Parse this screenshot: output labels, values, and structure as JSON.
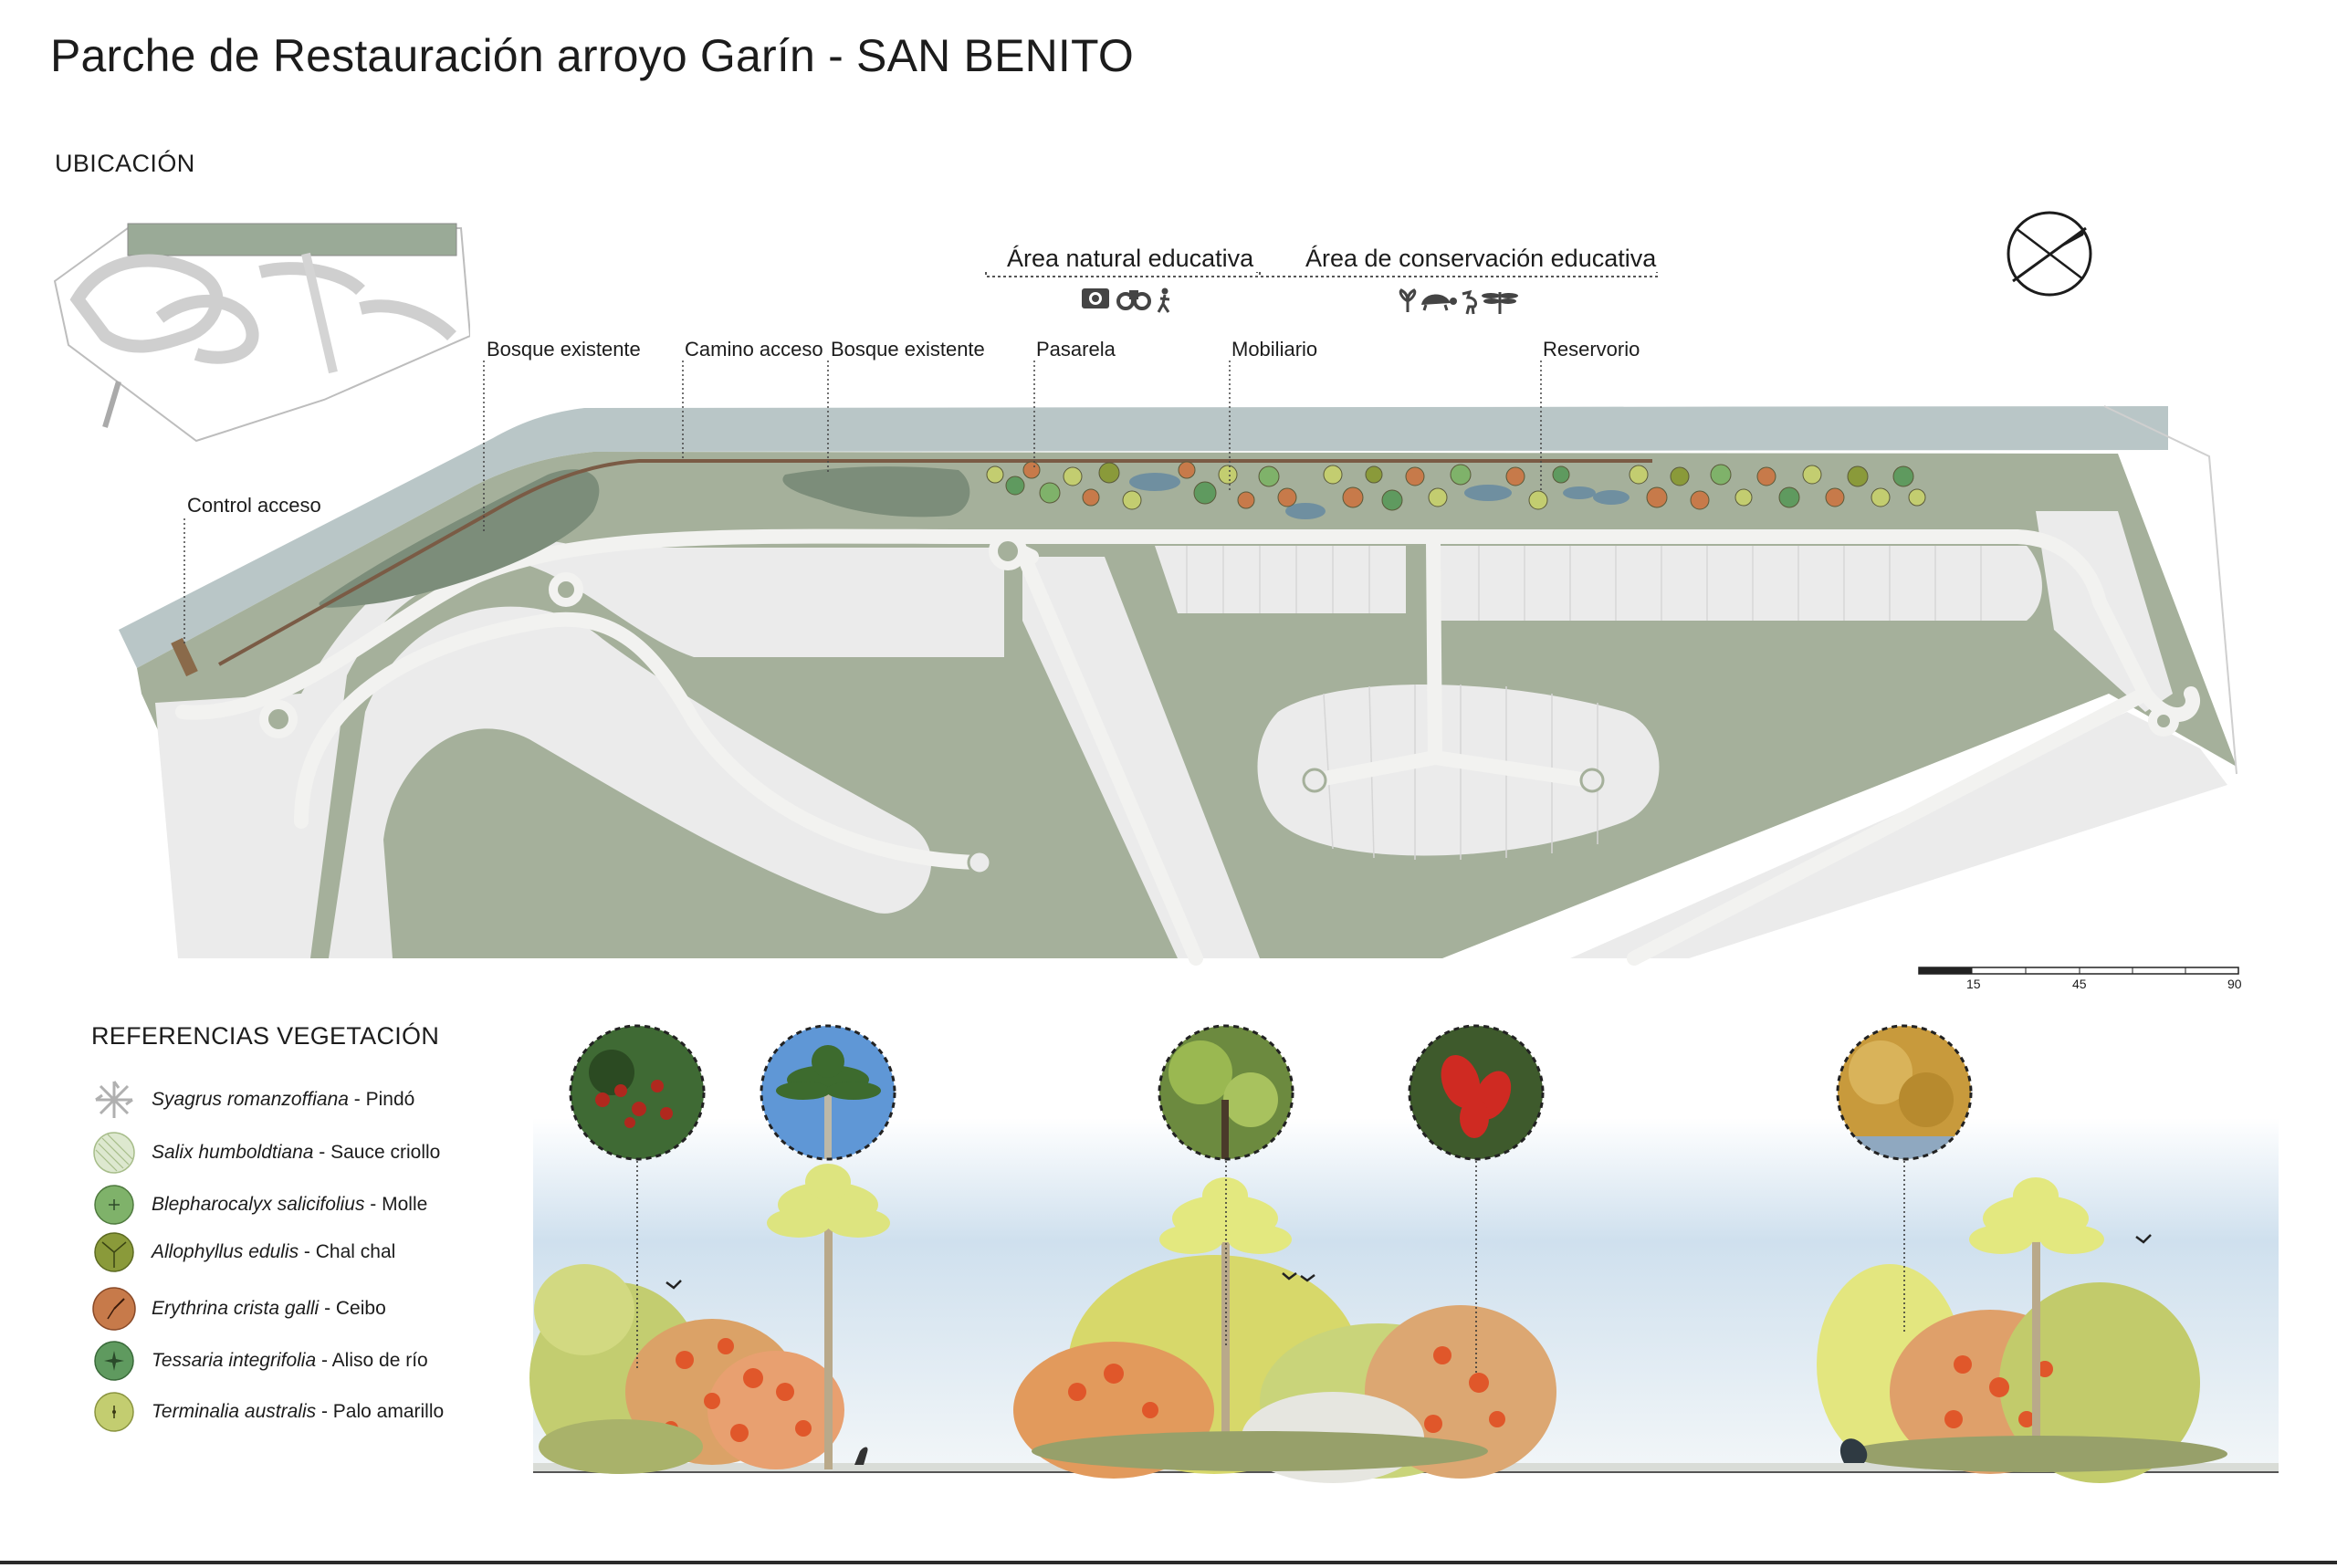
{
  "title": "Parche de Restauración arroyo Garín - SAN BENITO",
  "location_heading": "UBICACIÓN",
  "zones": {
    "natural": "Área natural educativa",
    "conservation": "Área de conservación educativa"
  },
  "plan_labels": {
    "bosque1": "Bosque existente",
    "camino": "Camino acceso",
    "bosque2": "Bosque existente",
    "pasarela": "Pasarela",
    "mobiliario": "Mobiliario",
    "reservorio": "Reservorio",
    "control": "Control acceso"
  },
  "scale_bar": {
    "ticks": [
      "15",
      "45",
      "90"
    ]
  },
  "vegetation": {
    "heading": "REFERENCIAS VEGETACIÓN",
    "species": [
      {
        "latin": "Syagrus romanzoffiana",
        "common": " - Pindó",
        "icon": "palm-star-icon",
        "color": "#bfbfbf"
      },
      {
        "latin": "Salix humboldtiana",
        "common": " - Sauce criollo",
        "icon": "willow-hatch-icon",
        "color": "#c9dcb0"
      },
      {
        "latin": "Blepharocalyx salicifolius",
        "common": " - Molle",
        "icon": "tree-circle-icon",
        "color": "#7fb26a"
      },
      {
        "latin": "Allophyllus edulis",
        "common": " - Chal chal",
        "icon": "tree-circle-icon",
        "color": "#8a9a3a"
      },
      {
        "latin": "Erythrina crista galli",
        "common": " - Ceibo",
        "icon": "tree-circle-icon",
        "color": "#c77a4a"
      },
      {
        "latin": "Tessaria integrifolia",
        "common": " - Aliso de río",
        "icon": "tree-circle-icon",
        "color": "#5f9a5f"
      },
      {
        "latin": "Terminalia australis",
        "common": " - Palo amarillo",
        "icon": "tree-circle-icon",
        "color": "#c3cd70"
      }
    ]
  }
}
